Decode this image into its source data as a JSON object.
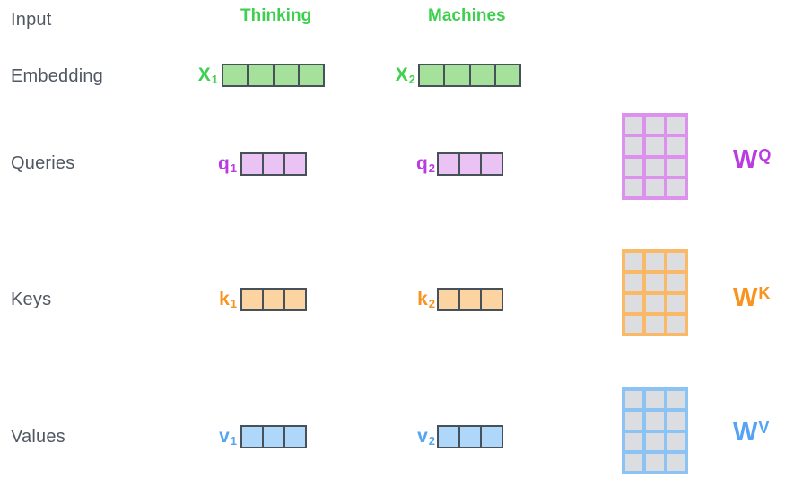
{
  "diagram": {
    "title_semantics": "self-attention query-key-value computation",
    "row_labels": {
      "input": "Input",
      "embedding": "Embedding",
      "queries": "Queries",
      "keys": "Keys",
      "values": "Values"
    },
    "tokens": {
      "token1": "Thinking",
      "token2": "Machines"
    },
    "vector_labels": {
      "x1": {
        "base": "X",
        "sub": "1"
      },
      "x2": {
        "base": "X",
        "sub": "2"
      },
      "q1": {
        "base": "q",
        "sub": "1"
      },
      "q2": {
        "base": "q",
        "sub": "2"
      },
      "k1": {
        "base": "k",
        "sub": "1"
      },
      "k2": {
        "base": "k",
        "sub": "2"
      },
      "v1": {
        "base": "v",
        "sub": "1"
      },
      "v2": {
        "base": "v",
        "sub": "2"
      }
    },
    "weight_labels": {
      "wq": {
        "base": "W",
        "sup": "Q"
      },
      "wk": {
        "base": "W",
        "sup": "K"
      },
      "wv": {
        "base": "W",
        "sup": "V"
      }
    },
    "structure": {
      "embedding_cells": 4,
      "qkv_cells": 3,
      "matrix_cols": 3,
      "matrix_rows": 4,
      "matrix_cells": 12
    },
    "colors": {
      "label_text": "#4f5862",
      "vector_border": "#47515a",
      "matrix_cell_fill": "#dcdde0",
      "green_text": "#3ecf4e",
      "green_fill": "#a5e19b",
      "purple_text": "#b93ce2",
      "purple_fill": "#eac2f3",
      "purple_border": "#dc92ec",
      "orange_text": "#f8931d",
      "orange_fill": "#fcd4a2",
      "orange_border": "#f9b966",
      "blue_text": "#55a3f2",
      "blue_fill": "#aed7f9",
      "blue_border": "#8cc3f5"
    }
  }
}
